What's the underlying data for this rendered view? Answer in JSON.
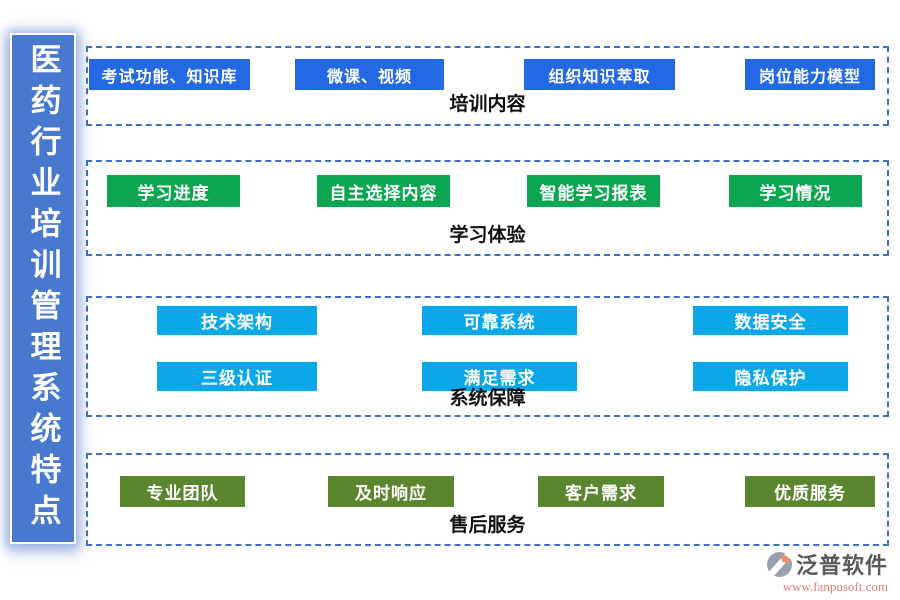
{
  "sidebar": {
    "title": "医药行业培训管理系统特点"
  },
  "sections": [
    {
      "id": "training-content",
      "label": "培训内容",
      "chip_color": "#2468E4",
      "items": [
        "考试功能、知识库",
        "微课、视频",
        "组织知识萃取",
        "岗位能力模型"
      ]
    },
    {
      "id": "learning-experience",
      "label": "学习体验",
      "chip_color": "#0CA650",
      "items": [
        "学习进度",
        "自主选择内容",
        "智能学习报表",
        "学习情况"
      ]
    },
    {
      "id": "system-guarantee",
      "label": "系统保障",
      "chip_color": "#0AA8E8",
      "items": [
        "技术架构",
        "可靠系统",
        "数据安全",
        "三级认证",
        "满足需求",
        "隐私保护"
      ]
    },
    {
      "id": "after-sales-service",
      "label": "售后服务",
      "chip_color": "#5A8630",
      "items": [
        "专业团队",
        "及时响应",
        "客户需求",
        "优质服务"
      ]
    }
  ],
  "footer": {
    "brand": "泛普软件",
    "url": "www.fanpusoft.com"
  },
  "colors": {
    "sidebar_bg": "#4879CE",
    "section_border": "#3D6EC9",
    "chip_blue": "#2468E4",
    "chip_green": "#0CA650",
    "chip_cyan": "#0AA8E8",
    "chip_olive": "#5A8630",
    "label_text": "#111111",
    "brand_text": "#5C5858",
    "brand_url_text": "#E07B70",
    "brand_icon_gray": "#97A0AE",
    "brand_icon_salmon": "#E8906E"
  }
}
